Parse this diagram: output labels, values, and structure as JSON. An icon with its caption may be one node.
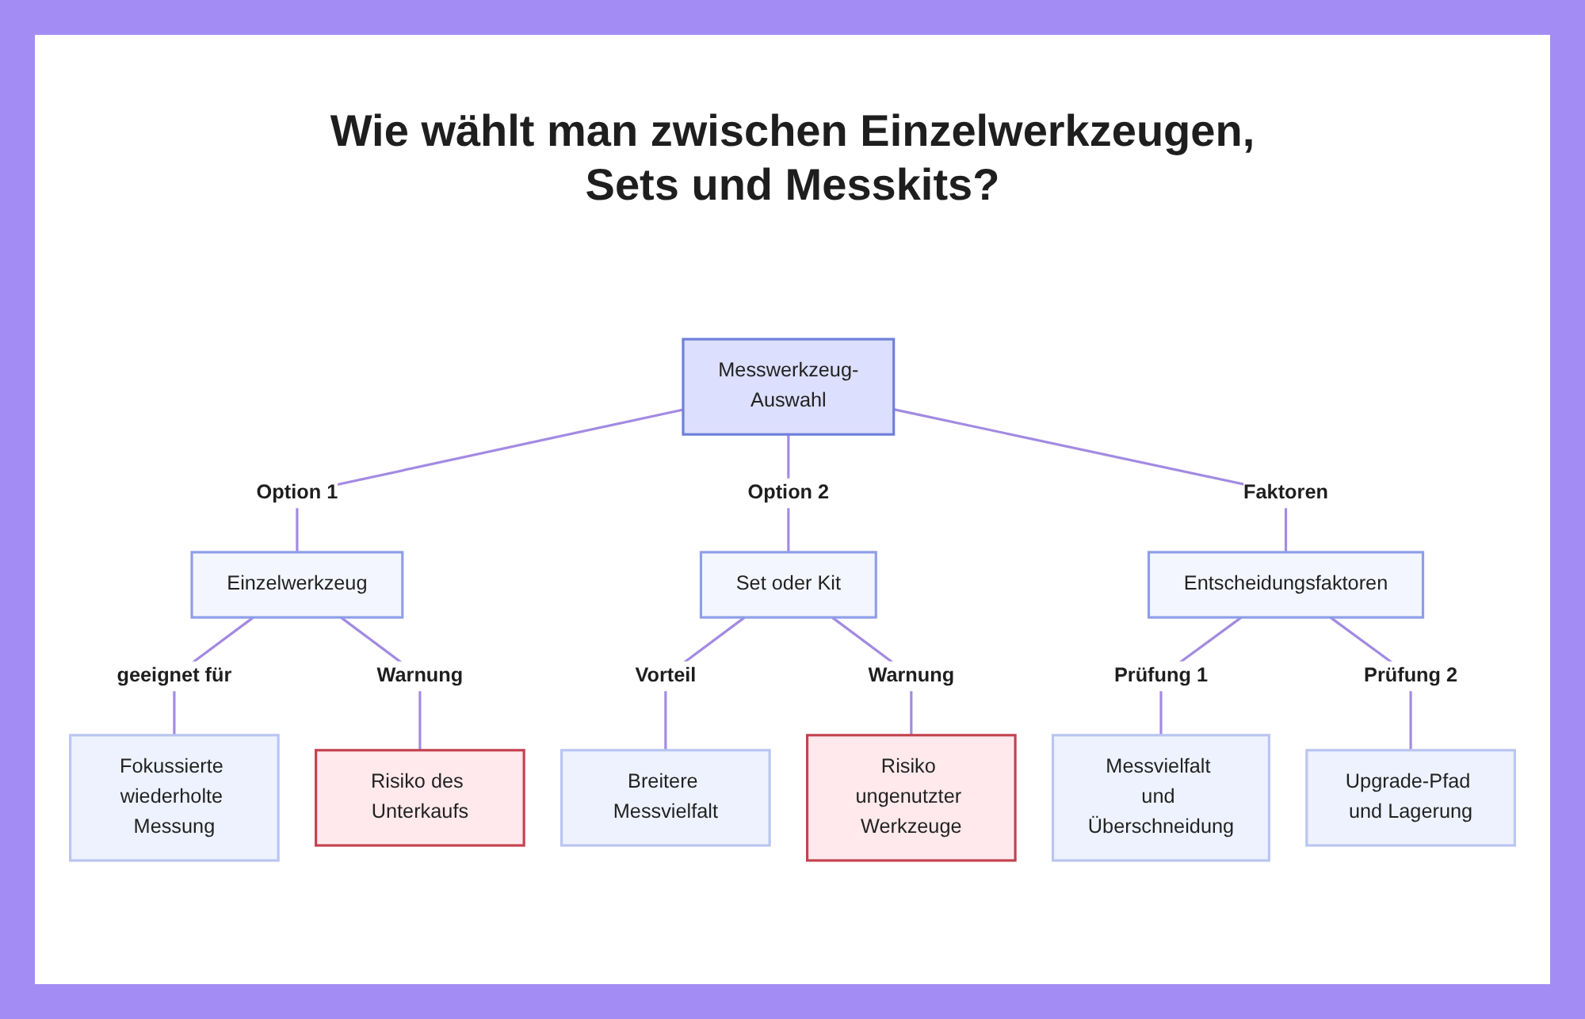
{
  "diagram": {
    "title": "Wie wählt man zwischen Einzelwerkzeugen, Sets und Messkits?",
    "nodes": [
      {
        "text": [
          "Messwerkzeug-Auswahl"
        ]
      },
      {
        "text": [
          "Einzelwerkzeug"
        ]
      },
      {
        "text": [
          "Set oder Kit"
        ]
      },
      {
        "text": [
          "Entscheidungsfaktoren"
        ]
      },
      {
        "text": [
          "Fokussierte wiederholte Messung"
        ]
      },
      {
        "text": [
          "Risiko des Unterkaufs"
        ]
      },
      {
        "text": [
          "Breitere Messvielfalt"
        ]
      },
      {
        "text": [
          "Risiko ungenutzter Werkzeuge"
        ]
      },
      {
        "text": [
          "Messvielfalt und Überschneidung"
        ]
      },
      {
        "text": [
          "Upgrade-Pfad und Lagerung"
        ]
      }
    ],
    "edges": [
      {
        "from": 0,
        "to": 1,
        "arrow": "none",
        "label": "Option 1"
      },
      {
        "from": 0,
        "to": 2,
        "arrow": "none",
        "label": "Option 2"
      },
      {
        "from": 0,
        "to": 3,
        "arrow": "none",
        "label": "Faktoren"
      },
      {
        "from": 1,
        "to": 4,
        "arrow": "none",
        "label": "geeignet für"
      },
      {
        "from": 1,
        "to": 5,
        "arrow": "none",
        "label": "Warnung"
      },
      {
        "from": 2,
        "to": 6,
        "arrow": "none",
        "label": "Vorteil"
      },
      {
        "from": 2,
        "to": 7,
        "arrow": "none",
        "label": "Warnung"
      },
      {
        "from": 3,
        "to": 8,
        "arrow": "none",
        "label": "Prüfung 1"
      },
      {
        "from": 3,
        "to": 9,
        "arrow": "none",
        "label": "Prüfung 2"
      }
    ]
  }
}
